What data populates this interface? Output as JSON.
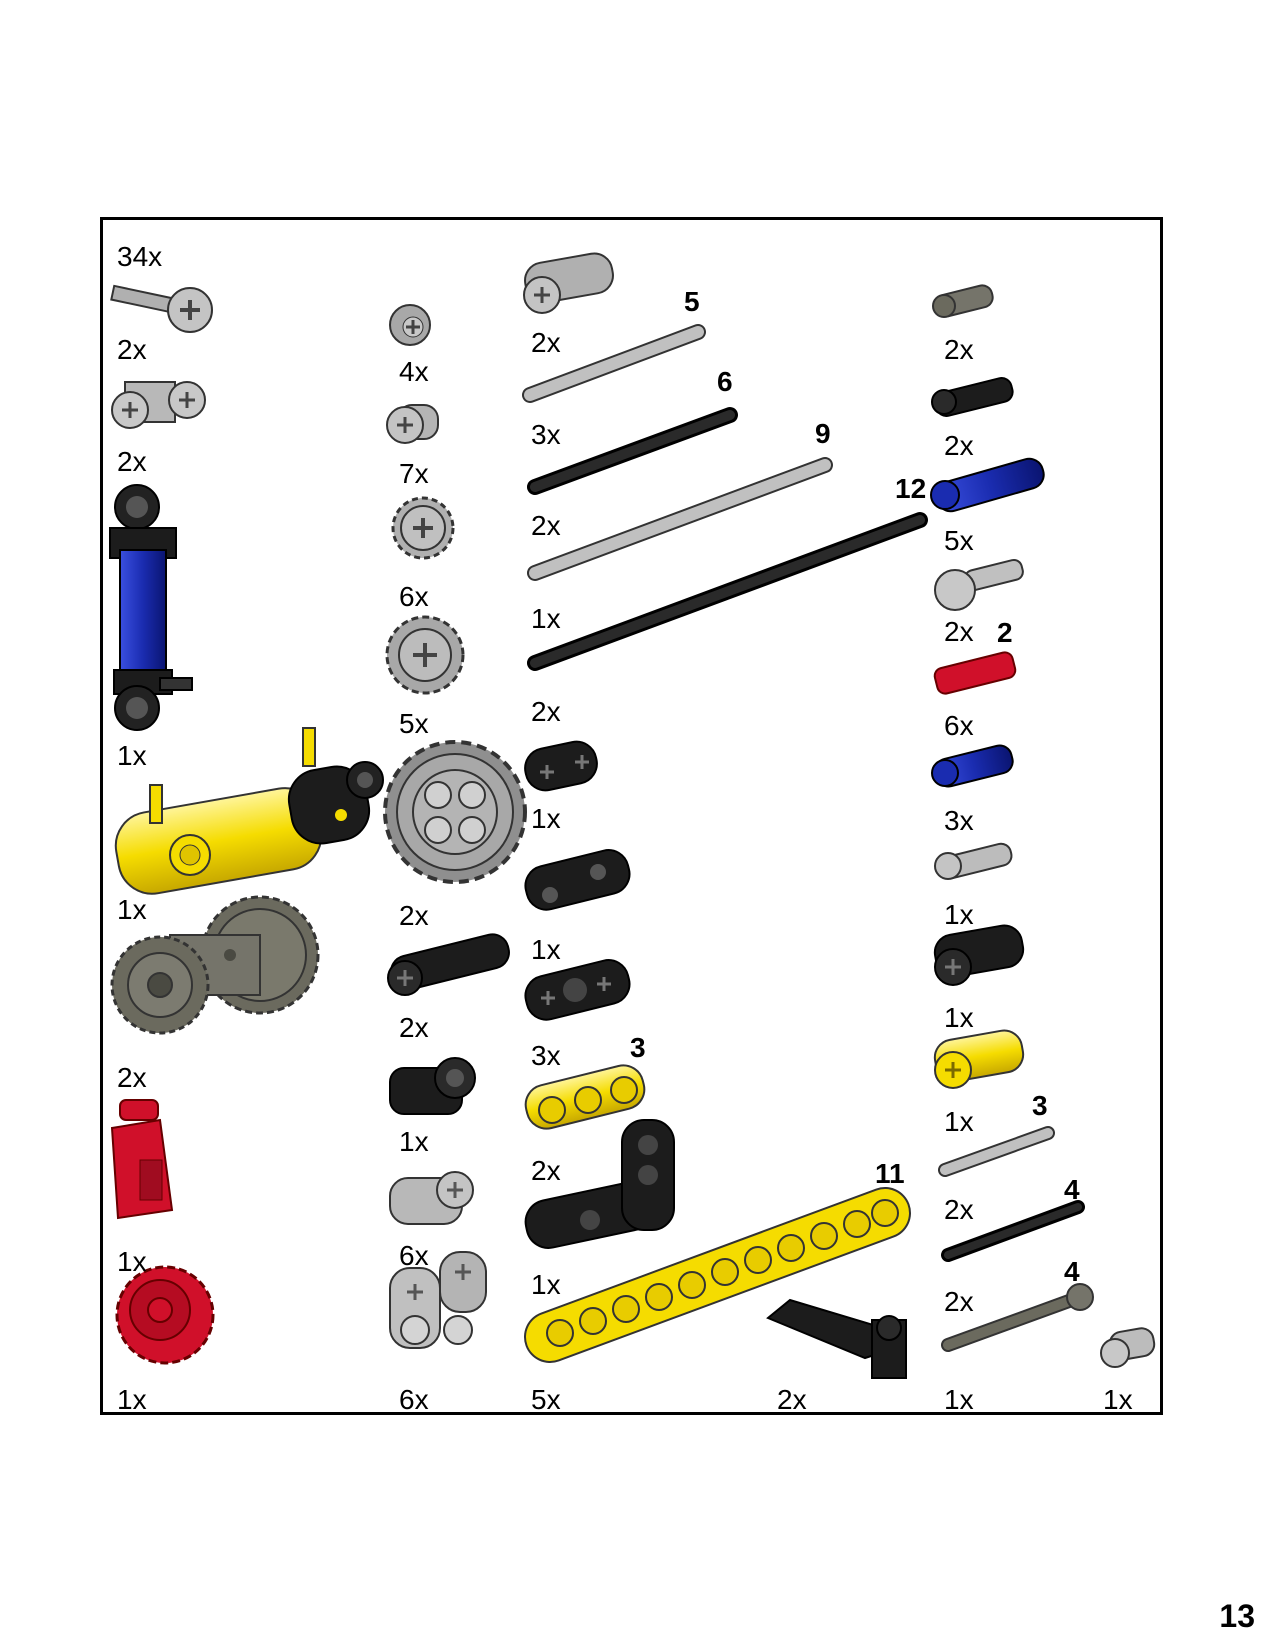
{
  "page": {
    "number": "13"
  },
  "parts": {
    "c1": [
      "34x",
      "2x",
      "2x",
      "1x",
      "1x",
      "2x",
      "1x",
      "1x"
    ],
    "c2": [
      "4x",
      "7x",
      "6x",
      "5x",
      "2x",
      "2x",
      "1x",
      "6x",
      "6x"
    ],
    "c3": [
      "2x",
      "3x",
      "2x",
      "1x",
      "2x",
      "1x",
      "1x",
      "3x",
      "2x",
      "1x",
      "5x",
      "2x"
    ],
    "c3_lengths": [
      "5",
      "6",
      "9",
      "12",
      "3",
      "11"
    ],
    "c4": [
      "2x",
      "2x",
      "5x",
      "2x",
      "6x",
      "3x",
      "1x",
      "1x",
      "1x",
      "2x",
      "2x",
      "1x",
      "1x"
    ],
    "c4_lengths": [
      "2",
      "3",
      "4",
      "4"
    ]
  },
  "colors": {
    "yellow": "#f7e200",
    "black": "#1c1c1c",
    "light_gray": "#b4b4b4",
    "dark_gray": "#8a8a80",
    "blue": "#1a2cb0",
    "red": "#d0102a",
    "dark_tan": "#6b6a5e"
  }
}
